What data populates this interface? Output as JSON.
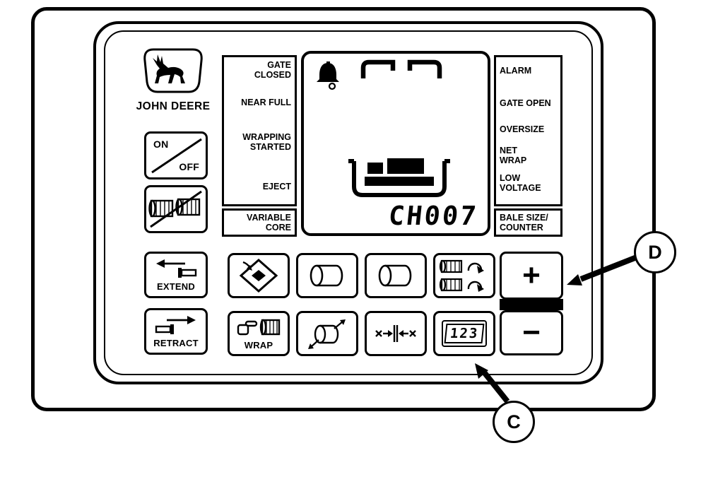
{
  "brand": {
    "name": "JOHN DEERE"
  },
  "power": {
    "on": "ON",
    "off": "OFF"
  },
  "left_status": {
    "gate_closed": "GATE CLOSED",
    "near_full": "NEAR FULL",
    "wrapping_started": "WRAPPING STARTED",
    "eject": "EJECT",
    "variable_core": "VARIABLE CORE"
  },
  "right_status": {
    "alarm": "ALARM",
    "gate_open": "GATE OPEN",
    "oversize": "OVERSIZE",
    "net_wrap": "NET WRAP",
    "low_voltage": "LOW VOLTAGE",
    "bale_size_line1": "BALE SIZE/",
    "bale_size_line2": "COUNTER"
  },
  "lcd": {
    "readout": "CH007"
  },
  "controls": {
    "extend": "EXTEND",
    "retract": "RETRACT",
    "wrap": "WRAP",
    "increase": "+",
    "decrease": "−",
    "counter": "123"
  },
  "callouts": {
    "c": "C",
    "d": "D"
  }
}
